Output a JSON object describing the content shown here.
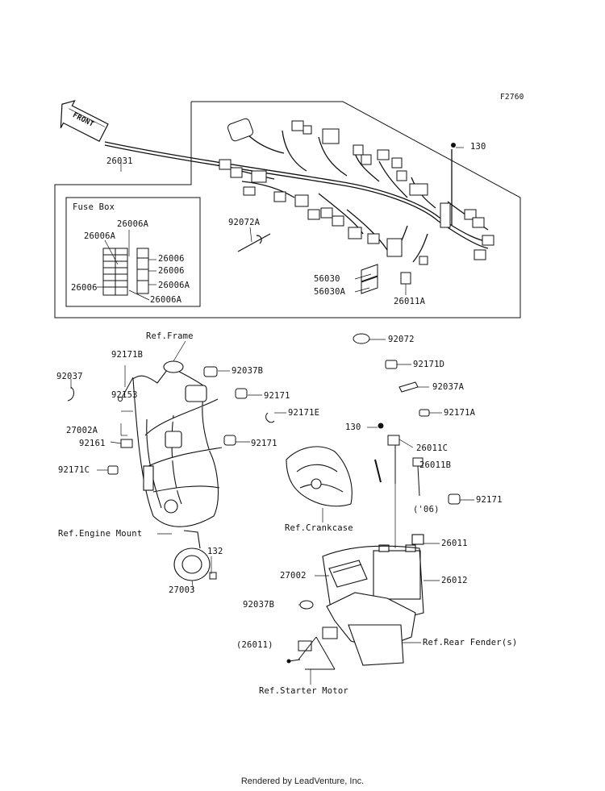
{
  "diagram_code": "F2760",
  "front_label": "FRONT",
  "fuse_box_title": "Fuse Box",
  "footer": "Rendered by LeadVenture, Inc.",
  "labels": {
    "p26031": "26031",
    "p130_top": "130",
    "p92072A": "92072A",
    "p56030": "56030",
    "p56030A": "56030A",
    "p26011A": "26011A",
    "fb_26006A_top": "26006A",
    "fb_26006A_left": "26006A",
    "fb_26006_r1": "26006",
    "fb_26006_r2": "26006",
    "fb_26006_left": "26006",
    "fb_26006A_r3": "26006A",
    "fb_26006A_bottom": "26006A",
    "ref_frame": "Ref.Frame",
    "p92171B": "92171B",
    "p92037": "92037",
    "p92037B_top": "92037B",
    "p92171_a": "92171",
    "p92153": "92153",
    "p92171E": "92171E",
    "p27002A": "27002A",
    "p92161": "92161",
    "p92171_b": "92171",
    "p92171C": "92171C",
    "ref_engine_mount": "Ref.Engine Mount",
    "p132": "132",
    "p27003": "27003",
    "p92072": "92072",
    "p92171D": "92171D",
    "p92037A": "92037A",
    "p92171A": "92171A",
    "p130_mid": "130",
    "p26011C": "26011C",
    "p26011B": "26011B",
    "p92171_c": "92171",
    "year06": "('06)",
    "ref_crankcase": "Ref.Crankcase",
    "p26011": "26011",
    "p27002": "27002",
    "p26012": "26012",
    "p92037B_bottom": "92037B",
    "p26011_paren": "(26011)",
    "ref_rear_fender": "Ref.Rear Fender(s)",
    "ref_starter_motor": "Ref.Starter Motor"
  }
}
